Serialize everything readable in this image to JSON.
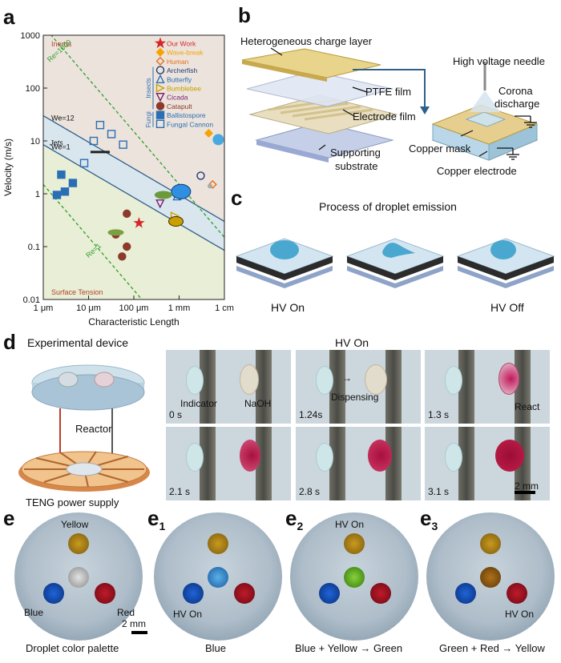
{
  "panel_labels": {
    "a": "a",
    "b": "b",
    "c": "c",
    "d": "d",
    "e": "e",
    "e1_base": "e",
    "e1_sub": "1",
    "e2_base": "e",
    "e2_sub": "2",
    "e3_base": "e",
    "e3_sub": "3"
  },
  "chart_data": {
    "type": "scatter",
    "xlabel": "Characteristic Length",
    "ylabel": "Velocity (m/s)",
    "x_scale": "log",
    "y_scale": "log",
    "xlim_m": [
      1e-06,
      0.01
    ],
    "ylim": [
      0.01,
      1000
    ],
    "x_ticks": [
      {
        "value": 1e-06,
        "label": "1 μm"
      },
      {
        "value": 1e-05,
        "label": "10 μm"
      },
      {
        "value": 0.0001,
        "label": "100 μm"
      },
      {
        "value": 0.001,
        "label": "1 mm"
      },
      {
        "value": 0.01,
        "label": "1 cm"
      }
    ],
    "y_ticks": [
      {
        "value": 0.01,
        "label": "0.01"
      },
      {
        "value": 0.1,
        "label": "0.1"
      },
      {
        "value": 1,
        "label": "1"
      },
      {
        "value": 10,
        "label": "10"
      },
      {
        "value": 100,
        "label": "100"
      },
      {
        "value": 1000,
        "label": "1000"
      }
    ],
    "regions": {
      "inertia": "Inertia",
      "jets": "Jets",
      "surface_tension": "Surface Tension"
    },
    "lines": [
      {
        "label": "We=12",
        "style": "solid",
        "color": "#2f5f8a"
      },
      {
        "label": "We=1",
        "style": "solid",
        "color": "#2f5f8a"
      },
      {
        "label": "Re=1000",
        "style": "dashed",
        "color": "#2ca02c"
      },
      {
        "label": "Re=1",
        "style": "dashed",
        "color": "#2ca02c"
      }
    ],
    "legend_groups": {
      "insects": "Insects",
      "fungi": "Fungi"
    },
    "series": [
      {
        "name": "Our Work",
        "marker": "star",
        "color": "#d62728",
        "points": [
          [
            0.00013,
            0.28
          ]
        ]
      },
      {
        "name": "Wave-break",
        "marker": "diamond",
        "color": "#f5a300",
        "points": [
          [
            0.0045,
            14
          ]
        ]
      },
      {
        "name": "Human",
        "marker": "diamond-open",
        "color": "#e8701a",
        "points": [
          [
            0.0055,
            1.5
          ]
        ]
      },
      {
        "name": "Archerfish",
        "marker": "circle-open",
        "color": "#1f3b73",
        "points": [
          [
            0.003,
            2.2
          ]
        ]
      },
      {
        "name": "Butterfly",
        "marker": "triangle-up-open",
        "color": "#2a6fb5",
        "points": [
          [
            0.0009,
            0.9
          ]
        ]
      },
      {
        "name": "Bumblebee",
        "marker": "triangle-right-open",
        "color": "#c9a000",
        "points": [
          [
            0.0008,
            0.38
          ]
        ]
      },
      {
        "name": "Cicada",
        "marker": "triangle-down-open",
        "color": "#7a1f6b",
        "points": [
          [
            0.00038,
            0.65
          ]
        ]
      },
      {
        "name": "Catapult",
        "marker": "circle",
        "color": "#8b3a2b",
        "points": [
          [
            7e-05,
            0.42
          ],
          [
            7e-05,
            0.1
          ],
          [
            5.5e-05,
            0.065
          ],
          [
            4e-05,
            0.17
          ]
        ]
      },
      {
        "name": "Ballistospore",
        "marker": "square",
        "color": "#2a6fb5",
        "points": [
          [
            2.5e-06,
            2.3
          ],
          [
            2e-06,
            0.95
          ],
          [
            3e-06,
            1.1
          ],
          [
            4.5e-06,
            1.6
          ]
        ]
      },
      {
        "name": "Fungal Cannon",
        "marker": "square-open",
        "color": "#2a6fb5",
        "points": [
          [
            8e-06,
            3.8
          ],
          [
            1.3e-05,
            10
          ],
          [
            1.8e-05,
            20
          ],
          [
            3.2e-05,
            13.5
          ],
          [
            5.8e-05,
            8.5
          ]
        ]
      }
    ]
  },
  "panel_b": {
    "heterogeneous": "Heterogeneous charge layer",
    "ptfe": "PTFE film",
    "electrode": "Electrode film",
    "supporting": "Supporting",
    "substrate": "substrate",
    "needle": "High voltage needle",
    "corona1": "Corona",
    "corona2": "discharge",
    "mask": "Copper mask",
    "copper_electrode": "Copper electrode"
  },
  "panel_c": {
    "title": "Process of droplet emission",
    "hv_on": "HV On",
    "hv_off": "HV Off"
  },
  "panel_d": {
    "experimental": "Experimental device",
    "reactor": "Reactor",
    "teng": "TENG power supply",
    "hv_on": "HV On",
    "indicator": "Indicator",
    "naoh": "NaOH",
    "dispensing": "Dispensing",
    "react": "React",
    "times": [
      "0 s",
      "1.24s",
      "1.3 s",
      "2.1 s",
      "2.8 s",
      "3.1 s"
    ],
    "scalebar": "2 mm"
  },
  "panel_e": {
    "yellow": "Yellow",
    "blue": "Blue",
    "red": "Red",
    "hv_on": "HV On",
    "scalebar": "2 mm",
    "captions": [
      "Droplet color palette",
      "Blue",
      "Blue + Yellow",
      "Green",
      "Green  + Red",
      "Yellow"
    ]
  }
}
